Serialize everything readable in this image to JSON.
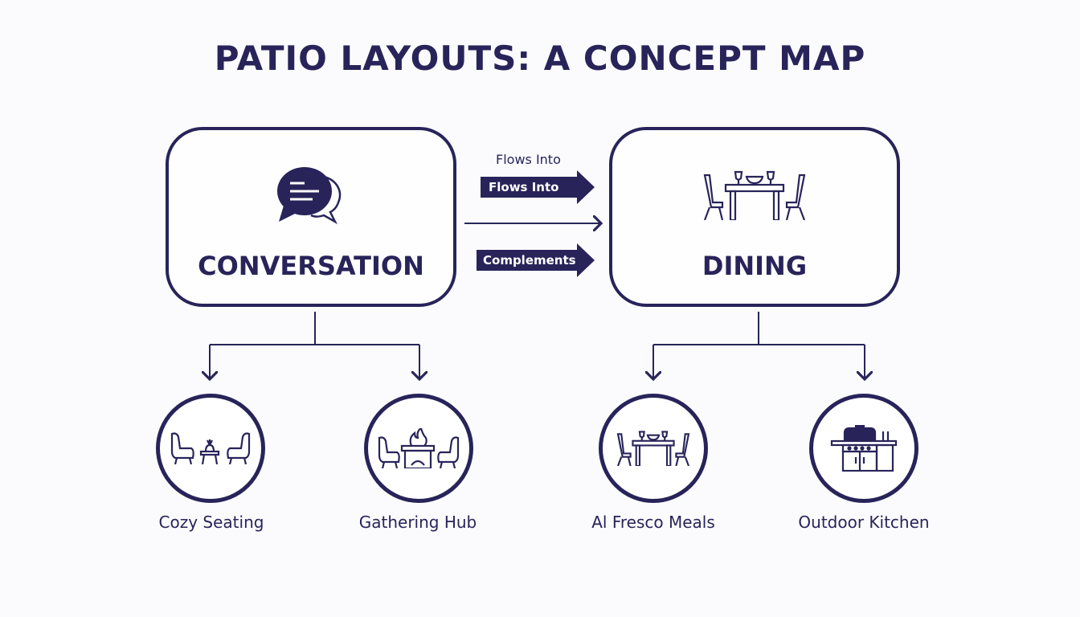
{
  "title": "PATIO LAYOUTS: A CONCEPT MAP",
  "colors": {
    "primary": "#28245a",
    "background": "#fbfbfd"
  },
  "nodes": {
    "conversation": {
      "label": "CONVERSATION",
      "icon": "chat-bubbles-icon"
    },
    "dining": {
      "label": "DINING",
      "icon": "dining-table-icon"
    }
  },
  "relations": [
    {
      "caption": "Flows Into",
      "label": "Flows Into",
      "from": "conversation",
      "to": "dining"
    },
    {
      "label": "",
      "from": "conversation",
      "to": "dining",
      "style": "thin-arrow"
    },
    {
      "label": "Complements",
      "from": "conversation",
      "to": "dining"
    }
  ],
  "children": {
    "conversation": [
      {
        "label": "Cozy Seating",
        "icon": "armchairs-table-icon"
      },
      {
        "label": "Gathering Hub",
        "icon": "fire-pit-icon"
      }
    ],
    "dining": [
      {
        "label": "Al Fresco Meals",
        "icon": "dining-table-icon"
      },
      {
        "label": "Outdoor Kitchen",
        "icon": "grill-icon"
      }
    ]
  }
}
